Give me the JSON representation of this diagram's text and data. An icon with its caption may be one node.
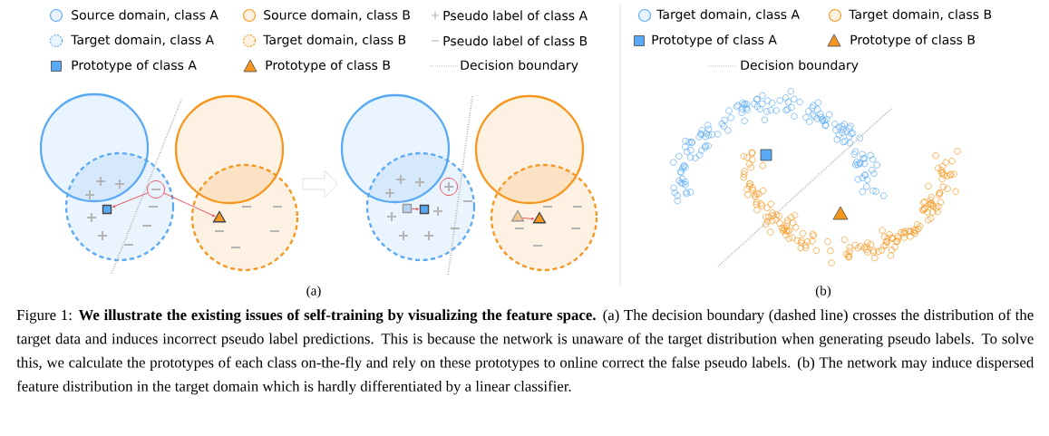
{
  "diagram": {
    "caption": "Figure 1: **We illustrate the existing issues of self-training by visualizing the feature space.** (a) The decision boundary (dashed line) crosses the distribution of the target data and induces incorrect pseudo label predictions. This is because the network is unaware of the target distribution when generating pseudo labels. To solve this, we calculate the prototypes of each class on-the-fly and rely on these prototypes to online correct the false pseudo labels. (b) The network may induce dispersed feature distribution in the target domain which is hardly differentiated by a linear classifier.",
    "nodes": [
      {
        "text": [],
        "shape": "box"
      },
      {
        "text": [],
        "shape": "circle"
      },
      {
        "text": [],
        "shape": "triangle"
      },
      {
        "text": [],
        "shape": "box"
      },
      {
        "text": [],
        "shape": "box"
      },
      {
        "text": [],
        "shape": "circle"
      },
      {
        "text": [],
        "shape": "triangle"
      },
      {
        "text": [],
        "shape": "triangle"
      }
    ],
    "edges": [
      {
        "from": 1,
        "to": 0,
        "arrow": "to"
      },
      {
        "from": 1,
        "to": 2,
        "arrow": "to"
      },
      {
        "from": 3,
        "to": 4,
        "arrow": "to"
      },
      {
        "from": 6,
        "to": 7,
        "arrow": "to"
      }
    ],
    "labels": [
      "(a)",
      "(b)"
    ],
    "legend": [
      {
        "text": "Source domain, class A"
      },
      {
        "text": "Source domain, class B"
      },
      {
        "text": "Pseudo label of class A"
      },
      {
        "text": "Target domain, class A"
      },
      {
        "text": "Target domain, class B"
      },
      {
        "text": "Pseudo label of class B"
      },
      {
        "text": "Prototype of class A"
      },
      {
        "text": "Prototype of class B"
      },
      {
        "text": "Decision boundary"
      },
      {
        "text": "Target domain, class A"
      },
      {
        "text": "Target domain, class B"
      },
      {
        "text": "Prototype of class A"
      },
      {
        "text": "Prototype of class B"
      },
      {
        "text": "Decision boundary"
      }
    ]
  }
}
